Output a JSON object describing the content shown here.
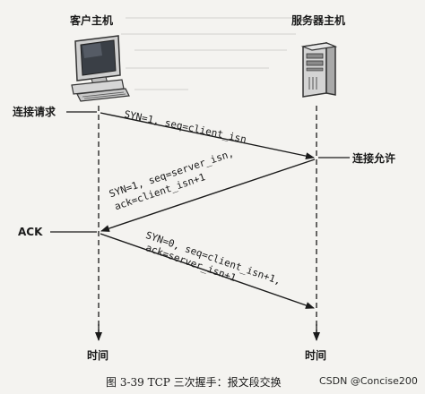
{
  "hosts": {
    "client": {
      "title": "客户主机"
    },
    "server": {
      "title": "服务器主机"
    }
  },
  "events": {
    "connect_request": "连接请求",
    "connect_grant": "连接允许",
    "ack": "ACK"
  },
  "messages": {
    "syn": {
      "lines": [
        "SYN=1, seq=client_isn"
      ]
    },
    "synack": {
      "lines": [
        "SYN=1, seq=server_isn,",
        "ack=client_isn+1"
      ]
    },
    "ack": {
      "lines": [
        "SYN=0, seq=client_isn+1,",
        "ack=server_isn+1"
      ]
    }
  },
  "time_axis": {
    "client_label": "时间",
    "server_label": "时间"
  },
  "caption": "图 3-39   TCP 三次握手：报文段交换",
  "watermark": "CSDN @Concise200",
  "colors": {
    "line": "#1a1a1a",
    "background": "#f4f3f0"
  },
  "icons": {
    "client": "desktop-computer-icon",
    "server": "server-tower-icon"
  }
}
